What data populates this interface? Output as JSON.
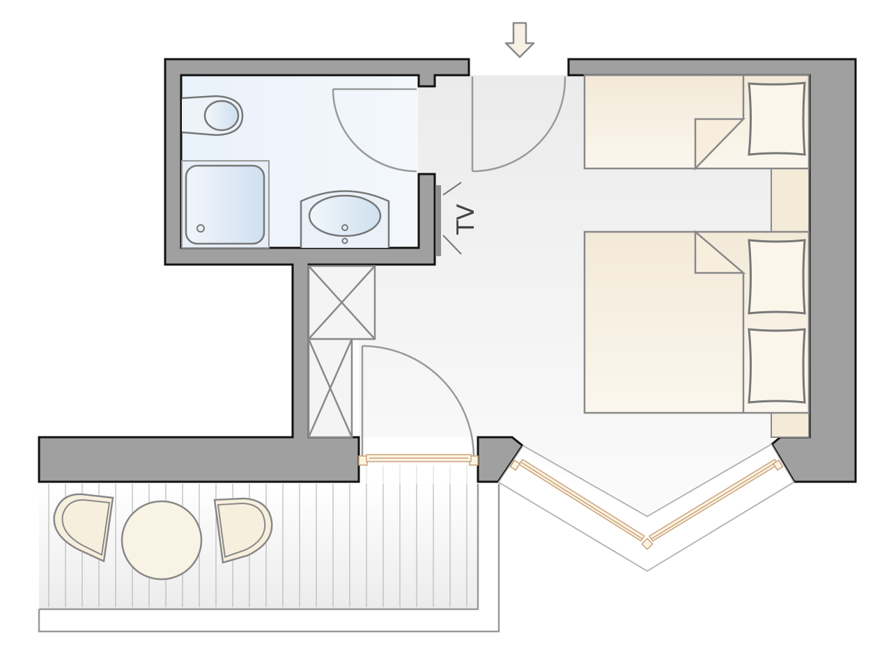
{
  "diagram": {
    "type": "floor-plan",
    "description": "Hotel room floor plan with bathroom, twin/double beds, bay window and balcony",
    "labels": {
      "tv": "TV"
    },
    "rooms": [
      {
        "name": "bathroom",
        "fixtures": [
          "toilet",
          "shower",
          "washbasin",
          "bathroom-door"
        ]
      },
      {
        "name": "bedroom",
        "fixtures": [
          "single-bed",
          "double-bed",
          "entrance-door",
          "tv",
          "wardrobe",
          "balcony-door",
          "bay-window"
        ]
      },
      {
        "name": "balcony",
        "fixtures": [
          "round-table",
          "chair-left",
          "chair-right"
        ]
      }
    ],
    "entrance_marker": "arrow-down",
    "beds": {
      "single": {
        "pillows": 1
      },
      "double": {
        "pillows": 2
      }
    },
    "wardrobe_sections": 2,
    "colors": {
      "wall": "#a0a0a0",
      "wall_outline": "#111111",
      "bathroom_floor": "#eef4fb",
      "fixture_fill": "#dce8f4",
      "room_floor": "#efefef",
      "furniture": "#f7efdf",
      "line": "#888888",
      "window": "#c9a27a",
      "arrow": "#f6f1e4"
    }
  }
}
